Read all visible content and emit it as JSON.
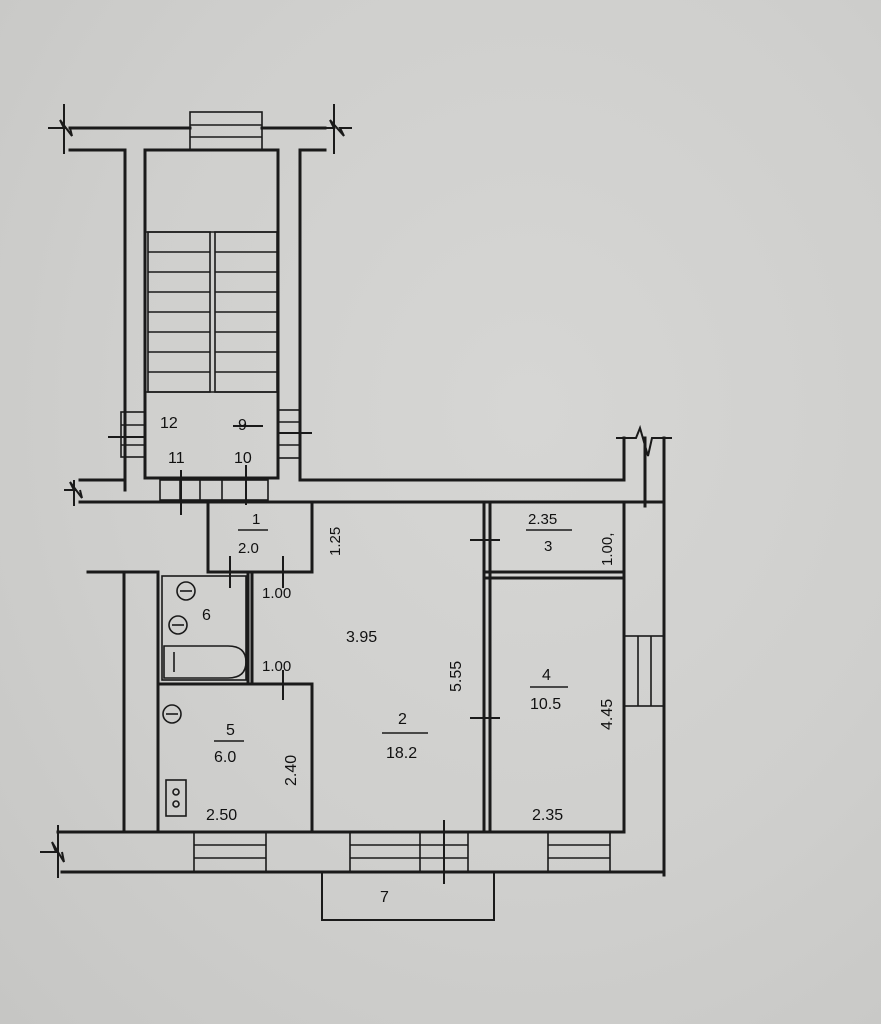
{
  "stairwell": {
    "flats": [
      "12",
      "9",
      "11",
      "10"
    ]
  },
  "rooms": [
    {
      "number": "1",
      "area": "2.0"
    },
    {
      "number": "2",
      "area": "18.2"
    },
    {
      "number": "3",
      "dim": "2.35"
    },
    {
      "number": "4",
      "area": "10.5"
    },
    {
      "number": "5",
      "area": "6.0"
    },
    {
      "number": "6"
    },
    {
      "number": "7"
    }
  ],
  "dimensions": {
    "hall_width": "1.25",
    "bath_width": "1.00",
    "wc_width": "1.00",
    "living_width": "3.95",
    "living_length": "5.55",
    "closet_depth": "1.00,",
    "bedroom_length": "4.45",
    "bedroom_width": "2.35",
    "kitchen_width": "2.50",
    "kitchen_length": "2.40"
  }
}
